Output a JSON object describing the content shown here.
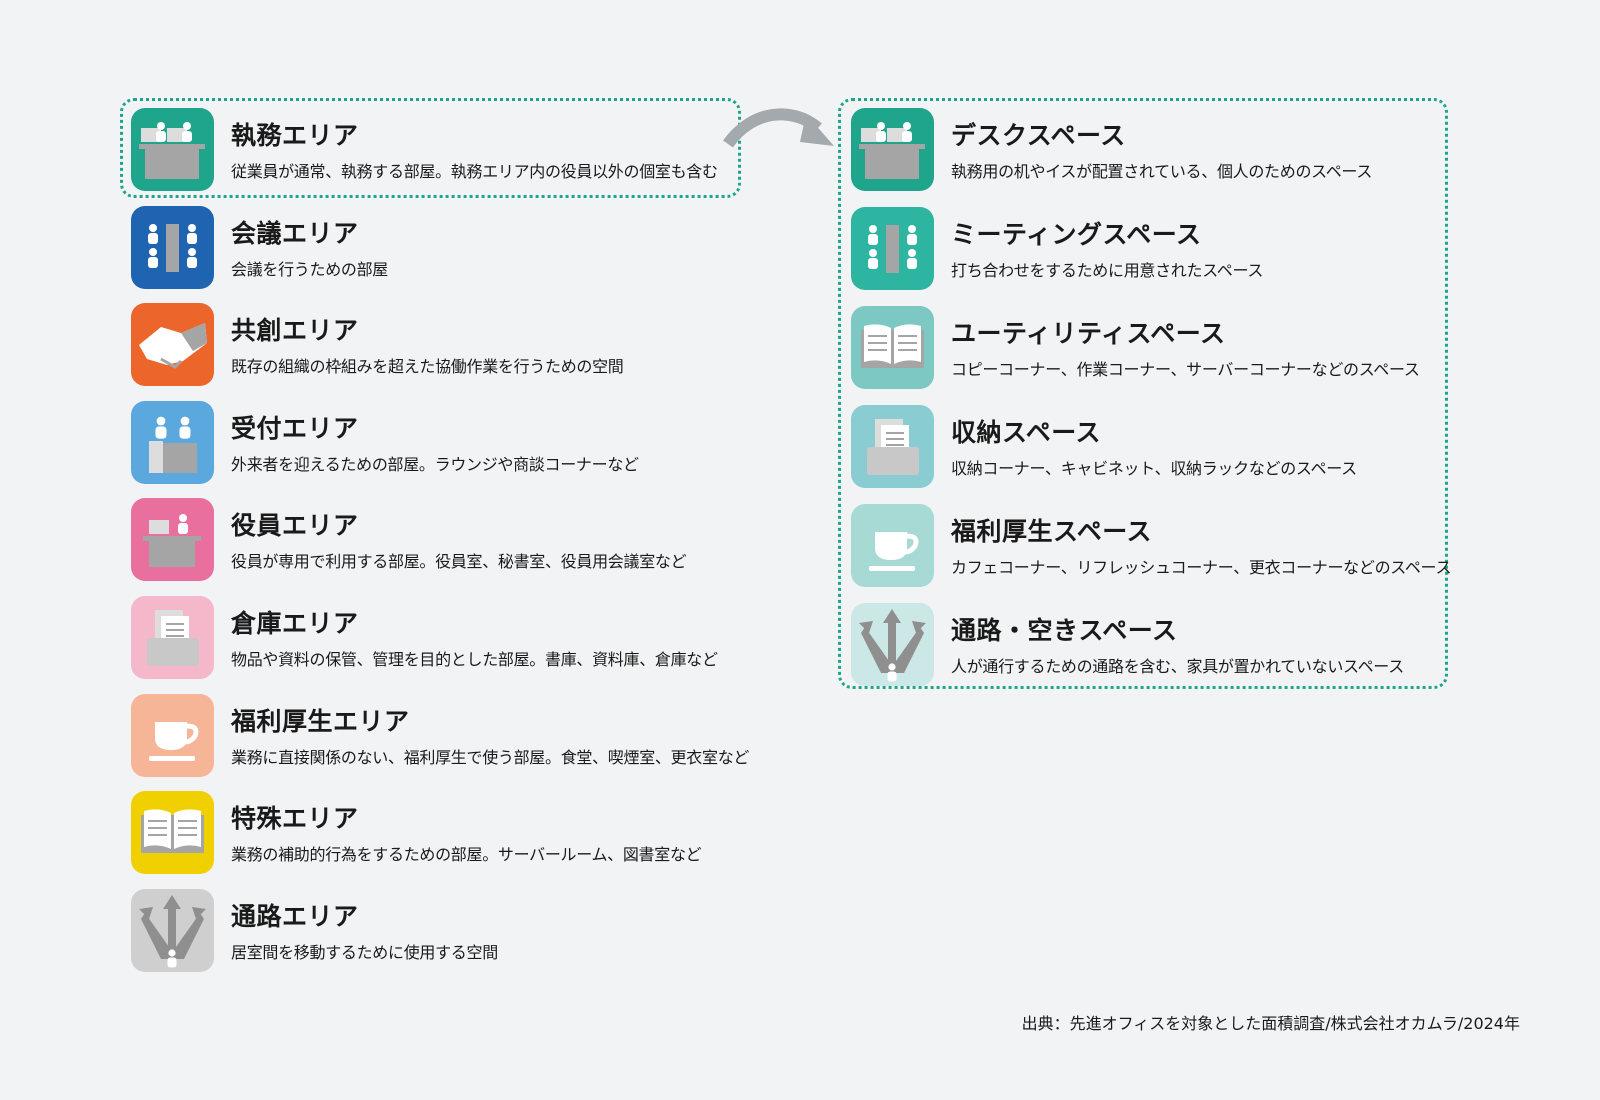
{
  "left_areas": [
    {
      "title": "執務エリア",
      "desc": "従業員が通常、執務する部屋。執務エリア内の役員以外の個室も含む",
      "icon": "desk-icon",
      "color": "#1fa58b"
    },
    {
      "title": "会議エリア",
      "desc": "会議を行うための部屋",
      "icon": "meeting-icon",
      "color": "#1e64b0"
    },
    {
      "title": "共創エリア",
      "desc": "既存の組織の枠組みを超えた協働作業を行うための空間",
      "icon": "handshake-icon",
      "color": "#ec662c"
    },
    {
      "title": "受付エリア",
      "desc": "外来者を迎えるための部屋。ラウンジや商談コーナーなど",
      "icon": "reception-icon",
      "color": "#5aa8de"
    },
    {
      "title": "役員エリア",
      "desc": "役員が専用で利用する部屋。役員室、秘書室、役員用会議室など",
      "icon": "executive-icon",
      "color": "#e96f9f"
    },
    {
      "title": "倉庫エリア",
      "desc": "物品や資料の保管、管理を目的とした部屋。書庫、資料庫、倉庫など",
      "icon": "storage-icon",
      "color": "#f5b7ca"
    },
    {
      "title": "福利厚生エリア",
      "desc": "業務に直接関係のない、福利厚生で使う部屋。食堂、喫煙室、更衣室など",
      "icon": "cup-icon",
      "color": "#f5b596"
    },
    {
      "title": "特殊エリア",
      "desc": "業務の補助的行為をするための部屋。サーバールーム、図書室など",
      "icon": "book-icon",
      "color": "#f0d000"
    },
    {
      "title": "通路エリア",
      "desc": "居室間を移動するために使用する空間",
      "icon": "path-arrows-icon",
      "color": "#cfcfcf"
    }
  ],
  "right_spaces": [
    {
      "title": "デスクスペース",
      "desc": "執務用の机やイスが配置されている、個人のためのスペース",
      "icon": "desk-icon",
      "color": "#1fa58b"
    },
    {
      "title": "ミーティングスペース",
      "desc": "打ち合わせをするために用意されたスペース",
      "icon": "meeting-icon",
      "color": "#2db5a1"
    },
    {
      "title": "ユーティリティスペース",
      "desc": "コピーコーナー、作業コーナー、サーバーコーナーなどのスペース",
      "icon": "book-icon",
      "color": "#7ec8c3"
    },
    {
      "title": "収納スペース",
      "desc": "収納コーナー、キャビネット、収納ラックなどのスペース",
      "icon": "storage-icon",
      "color": "#89cdd3"
    },
    {
      "title": "福利厚生スペース",
      "desc": "カフェコーナー、リフレッシュコーナー、更衣コーナーなどのスペース",
      "icon": "cup-icon",
      "color": "#a8dad5"
    },
    {
      "title": "通路・空きスペース",
      "desc": "人が通行するための通路を含む、家具が置かれていないスペース",
      "icon": "path-arrows-icon",
      "color": "#cbe8e6"
    }
  ],
  "source": "出典：先進オフィスを対象とした面積調査/株式会社オカムラ/2024年",
  "colors": {
    "dotted_border": "#1fa58b",
    "arrow": "#a3a9ad",
    "background": "#f2f3f4"
  }
}
